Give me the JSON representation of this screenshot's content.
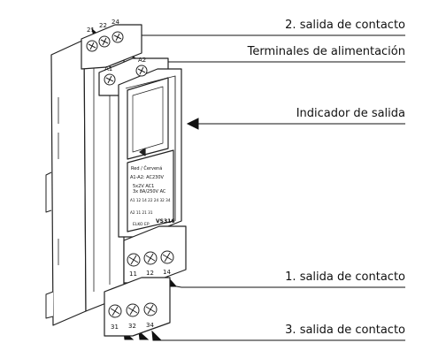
{
  "callouts": {
    "output2": "2. salida de contacto",
    "power": "Terminales de alimentación",
    "indicator": "Indicador de salida",
    "output1": "1. salida de contacto",
    "output3": "3. salida de contacto"
  },
  "device": {
    "top_terminals": [
      "21",
      "22",
      "24"
    ],
    "power_terminals": [
      "A1",
      "A2"
    ],
    "label_color": "Red / Červená",
    "label_coil": "A1-A2: AC230V",
    "label_rating_1": "5x2V   AC1",
    "label_rating_2": "3x 8A/250V  AC",
    "label_pins_top": "A1 12  14 22  24 32  34",
    "label_pins_bottom": "A2  11    21    31",
    "brand": "ELKO EP",
    "model": "VS316",
    "terminals_mid": [
      "11",
      "12",
      "14"
    ],
    "terminals_bottom": [
      "31",
      "32",
      "34"
    ]
  }
}
